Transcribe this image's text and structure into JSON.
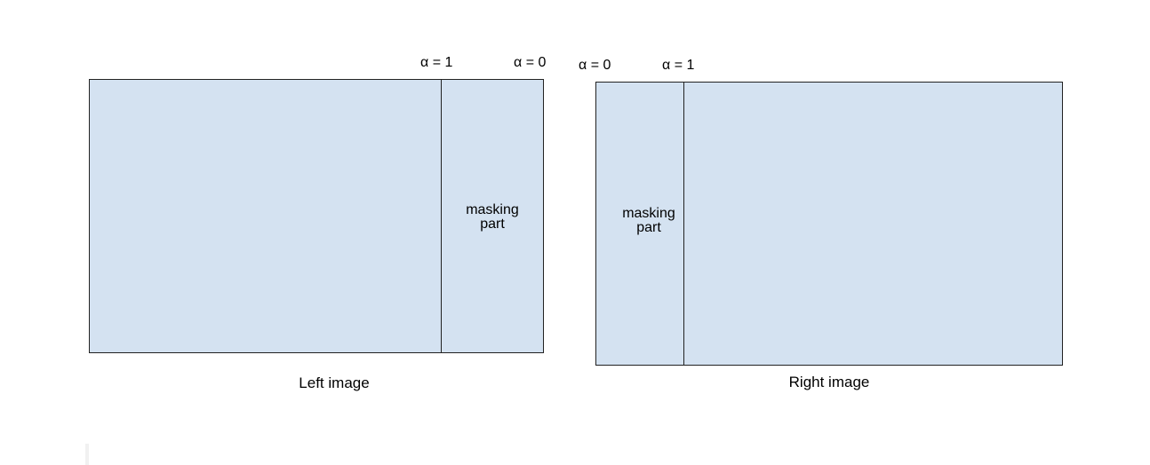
{
  "diagram": {
    "fill_color": "#d4e2f1",
    "stroke_color": "#222222",
    "left_panel": {
      "alpha_one_label": "α = 1",
      "alpha_zero_label": "α = 0",
      "masking_line1": "masking",
      "masking_line2": "part",
      "caption": "Left image"
    },
    "right_panel": {
      "alpha_zero_label": "α = 0",
      "alpha_one_label": "α = 1",
      "masking_line1": "masking",
      "masking_line2": "part",
      "caption": "Right image"
    }
  }
}
